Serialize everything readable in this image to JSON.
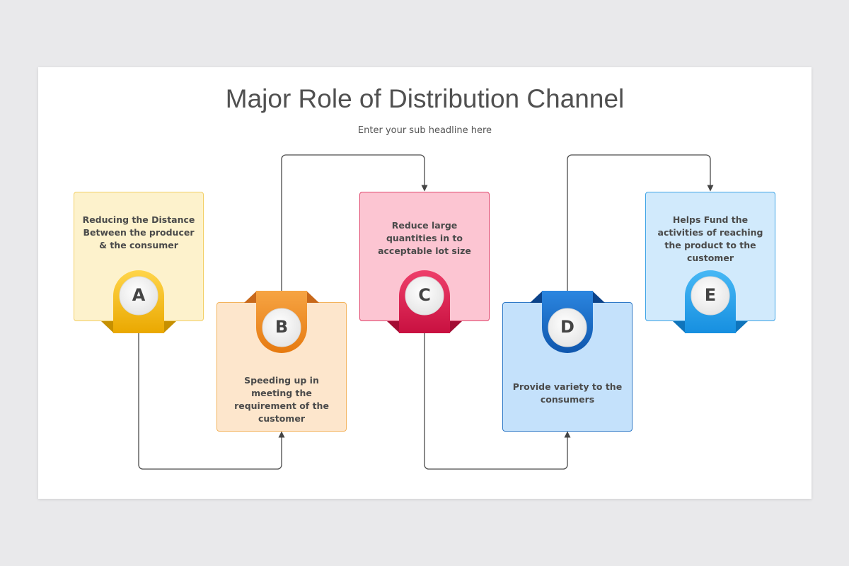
{
  "slide": {
    "title": "Major Role of Distribution Channel",
    "subtitle": "Enter your sub headline here"
  },
  "steps": [
    {
      "letter": "A",
      "text": "Reducing the Distance Between the producer & the consumer",
      "color": "#f2b814",
      "fill": "#fdf2cc"
    },
    {
      "letter": "B",
      "text": "Speeding up in meeting the requirement of the customer",
      "color": "#ee8a1f",
      "fill": "#fde6cc"
    },
    {
      "letter": "C",
      "text": "Reduce large quantities in to acceptable lot size",
      "color": "#d8174a",
      "fill": "#fcc5d2"
    },
    {
      "letter": "D",
      "text": "Provide variety to the consumers",
      "color": "#1565c0",
      "fill": "#c4e1fb"
    },
    {
      "letter": "E",
      "text": "Helps Fund the activities of reaching the product to the customer",
      "color": "#1e9be8",
      "fill": "#d1eafc"
    }
  ]
}
